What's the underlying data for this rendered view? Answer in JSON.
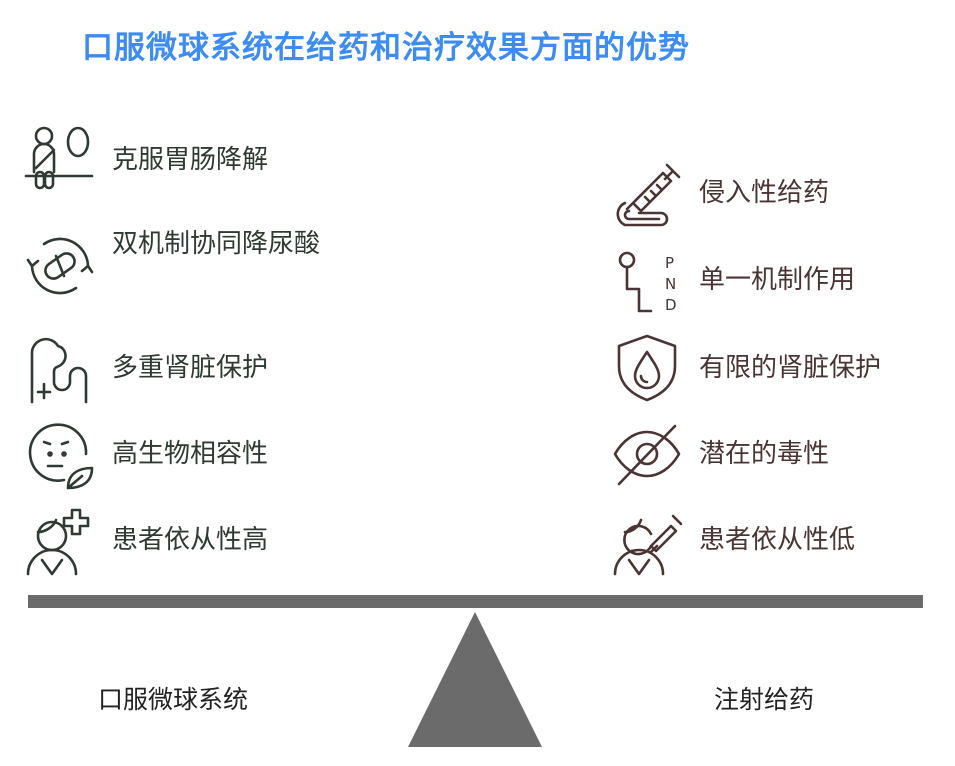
{
  "title": "口服微球系统在给药和治疗效果方面的优势",
  "left_items": [
    {
      "label": "克服胃肠降解",
      "icon": "person-sitting-icon"
    },
    {
      "label": "双机制协同降尿酸",
      "icon": "pill-cycle-icon"
    },
    {
      "label": "多重肾脏保护",
      "icon": "kidney-icon"
    },
    {
      "label": "高生物相容性",
      "icon": "face-leaf-icon"
    },
    {
      "label": "患者依从性高",
      "icon": "person-plus-icon"
    }
  ],
  "right_items": [
    {
      "label": "侵入性给药",
      "icon": "syringe-icon"
    },
    {
      "label": "单一机制作用",
      "icon": "gear-shift-icon",
      "icon_letters": [
        "P",
        "N",
        "D"
      ]
    },
    {
      "label": "有限的肾脏保护",
      "icon": "shield-drop-icon"
    },
    {
      "label": "潜在的毒性",
      "icon": "eye-slash-icon"
    },
    {
      "label": "患者依从性低",
      "icon": "person-syringe-icon"
    }
  ],
  "balance": {
    "left_label": "口服微球系统",
    "right_label": "注射给药",
    "beam_color": "#6b6b6b"
  },
  "colors": {
    "title": "#3d8cf2",
    "left": "#2f3a33",
    "right": "#4a3434"
  }
}
